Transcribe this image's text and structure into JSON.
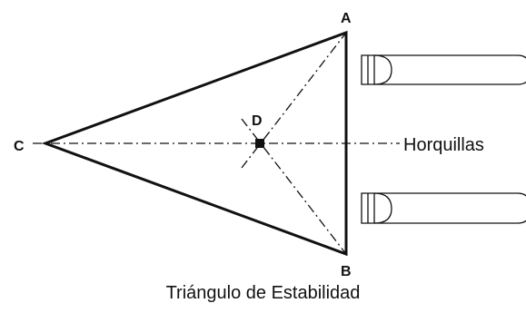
{
  "diagram": {
    "points": {
      "a_label": "A",
      "b_label": "B",
      "c_label": "C",
      "d_label": "D"
    },
    "fork_label": "Horquillas",
    "caption": "Triángulo de Estabilidad",
    "colors": {
      "stroke": "#111111",
      "background": "#ffffff"
    }
  }
}
